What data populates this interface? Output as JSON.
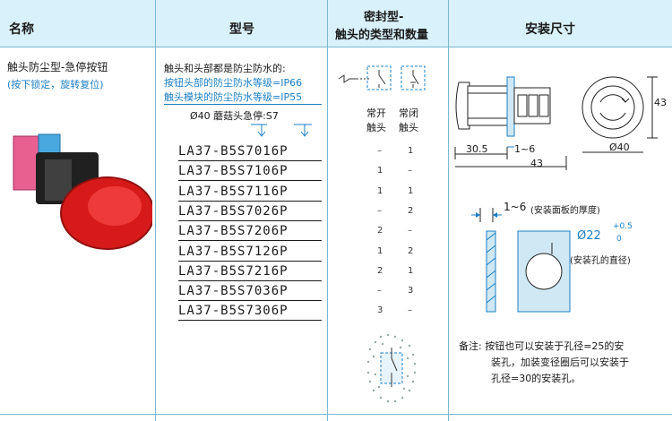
{
  "headers": {
    "name": "名称",
    "model": "型号",
    "sealed_line1": "密封型-",
    "sealed_line2": "触头的类型和数量",
    "mount": "安装尺寸"
  },
  "product": {
    "title": "触头防尘型-急停按钮",
    "subtitle": "(按下锁定，旋转复位)"
  },
  "model_intro": {
    "line1": "触头和头部都是防尘防水的:",
    "line2": "按钮头部的防尘防水等级=IP66",
    "line3": "触头模块的防尘防水等级=IP55",
    "line4": "Ø40 蘑菇头急停:S7"
  },
  "contact_labels": {
    "no_line1": "常开",
    "no_line2": "触头",
    "nc_line1": "常闭",
    "nc_line2": "触头"
  },
  "models": [
    {
      "name": "LA37-B5S7016P",
      "no": "–",
      "nc": "1"
    },
    {
      "name": "LA37-B5S7106P",
      "no": "1",
      "nc": "–"
    },
    {
      "name": "LA37-B5S7116P",
      "no": "1",
      "nc": "1"
    },
    {
      "name": "LA37-B5S7026P",
      "no": "–",
      "nc": "2"
    },
    {
      "name": "LA37-B5S7206P",
      "no": "2",
      "nc": "–"
    },
    {
      "name": "LA37-B5S7126P",
      "no": "1",
      "nc": "2"
    },
    {
      "name": "LA37-B5S7216P",
      "no": "2",
      "nc": "1"
    },
    {
      "name": "LA37-B5S7036P",
      "no": "–",
      "nc": "3"
    },
    {
      "name": "LA37-B5S7306P",
      "no": "3",
      "nc": "–"
    }
  ],
  "dimensions": {
    "d30_5": "30.5",
    "d1_6": "1~6",
    "d43": "43",
    "d43_side": "43",
    "d40": "Ø40",
    "panel_range": "1~6",
    "panel_note": "(安装面板的厚度)",
    "hole_dia": "Ø22",
    "tol_upper": "+0.5",
    "tol_lower": "0",
    "hole_note": "(安装孔的直径)"
  },
  "note": {
    "line1": "备注:  按钮也可以安装于孔径=25的安",
    "line2": "装孔，加装变径圈后可以安装于",
    "line3": "孔径=30的安装孔。"
  }
}
